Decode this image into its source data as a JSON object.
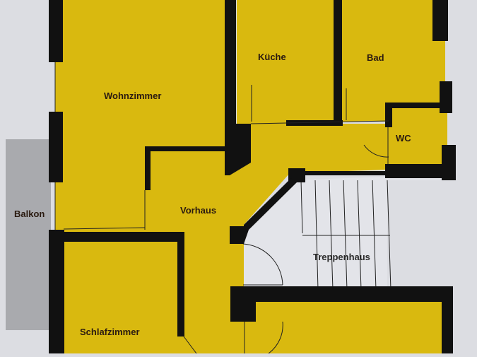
{
  "plan": {
    "colors": {
      "room_fill": "#d9b90f",
      "wall": "#111111",
      "paper": "#dcdde2",
      "balcony": "#a9aaae",
      "stair_fill": "#e3e4e9"
    },
    "rooms": [
      {
        "id": "wohnzimmer",
        "label": "Wohnzimmer"
      },
      {
        "id": "kueche",
        "label": "Küche"
      },
      {
        "id": "bad",
        "label": "Bad"
      },
      {
        "id": "wc",
        "label": "WC"
      },
      {
        "id": "balkon",
        "label": "Balkon"
      },
      {
        "id": "vorhaus",
        "label": "Vorhaus"
      },
      {
        "id": "treppenhaus",
        "label": "Treppenhaus"
      },
      {
        "id": "schlafzimmer",
        "label": "Schlafzimmer"
      }
    ]
  }
}
